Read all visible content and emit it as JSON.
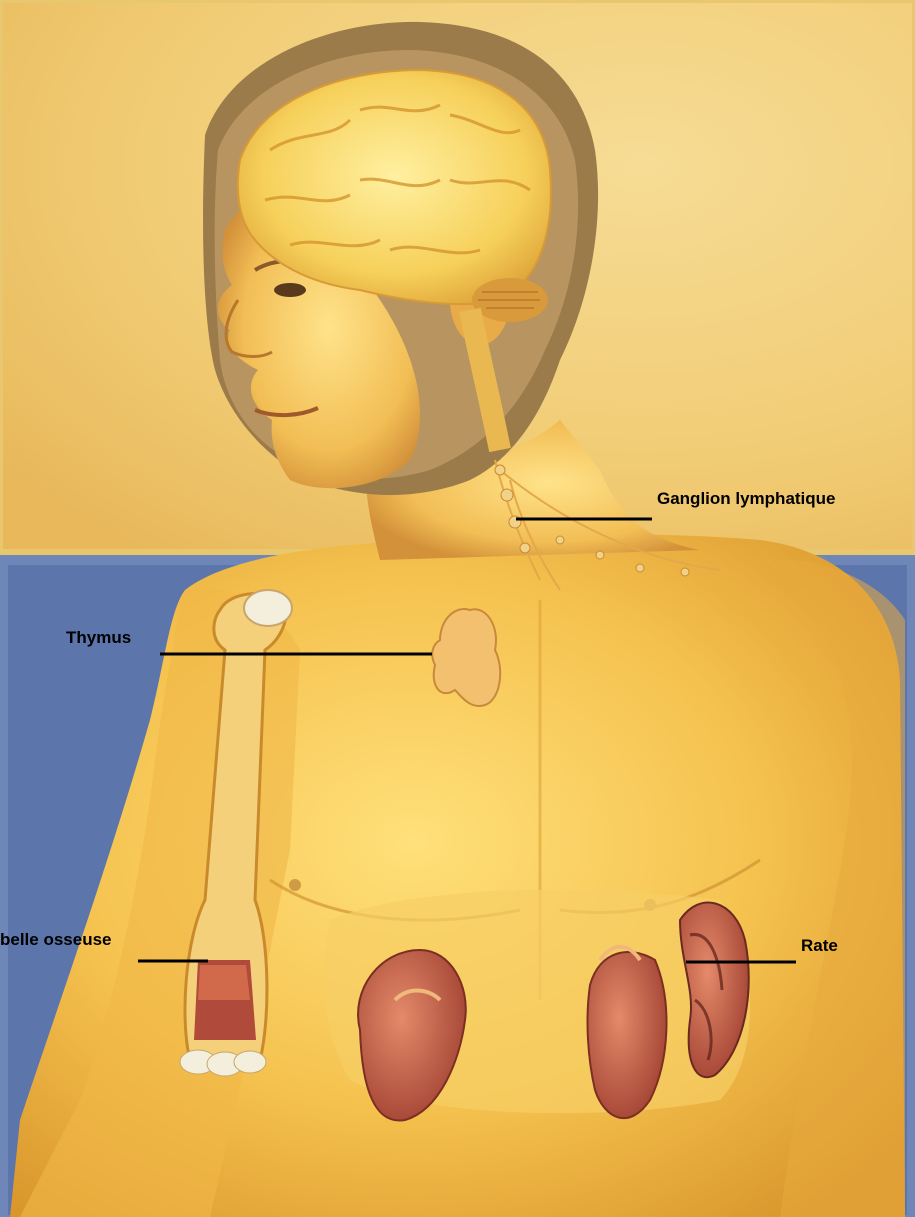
{
  "labels": {
    "lymph_node": "Ganglion lymphatique",
    "thymus": "Thymus",
    "bone_marrow": "belle osseuse",
    "spleen": "Rate"
  },
  "colors": {
    "frame_blue": "#6f86b8",
    "parchment": "#f2cf7a",
    "skin": "#f4c252",
    "skin_shadow": "#d9982e",
    "hair": "#9a7a4a",
    "brain": "#f6d35a",
    "organ_red": "#b04a3a",
    "leader_line": "#000000"
  }
}
